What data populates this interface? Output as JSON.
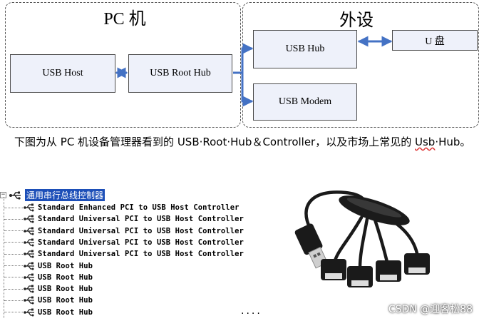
{
  "diagram": {
    "regions": {
      "pc": {
        "title": "PC 机"
      },
      "peripheral": {
        "title": "外设"
      }
    },
    "nodes": {
      "usb_host": "USB Host",
      "usb_root_hub": "USB Root Hub",
      "usb_hub": "USB Hub",
      "usb_modem": "USB Modem",
      "u_disk": "U 盘"
    },
    "edges": [
      {
        "from": "usb_host",
        "to": "usb_root_hub"
      },
      {
        "from": "usb_root_hub",
        "to": "usb_hub"
      },
      {
        "from": "usb_root_hub",
        "to": "usb_modem"
      },
      {
        "from": "usb_hub",
        "to": "u_disk"
      }
    ],
    "arrow_color": "#4472c4"
  },
  "caption": {
    "before": "下图为从 PC 机设备管理器看到的 USB·Root·Hub＆Controller，以及市场上常见的 ",
    "underlined": "Usb",
    "after": "·Hub。"
  },
  "device_tree": {
    "expander": "−",
    "root_label": "通用串行总线控制器",
    "items": [
      "Standard Enhanced PCI to USB Host Controller",
      "Standard Universal PCI to USB Host Controller",
      "Standard Universal PCI to USB Host Controller",
      "Standard Universal PCI to USB Host Controller",
      "Standard Universal PCI to USB Host Controller",
      "USB Root Hub",
      "USB Root Hub",
      "USB Root Hub",
      "USB Root Hub",
      "USB Root Hub"
    ],
    "ellipsis": "...."
  },
  "watermark": "CSDN @迎客松88"
}
